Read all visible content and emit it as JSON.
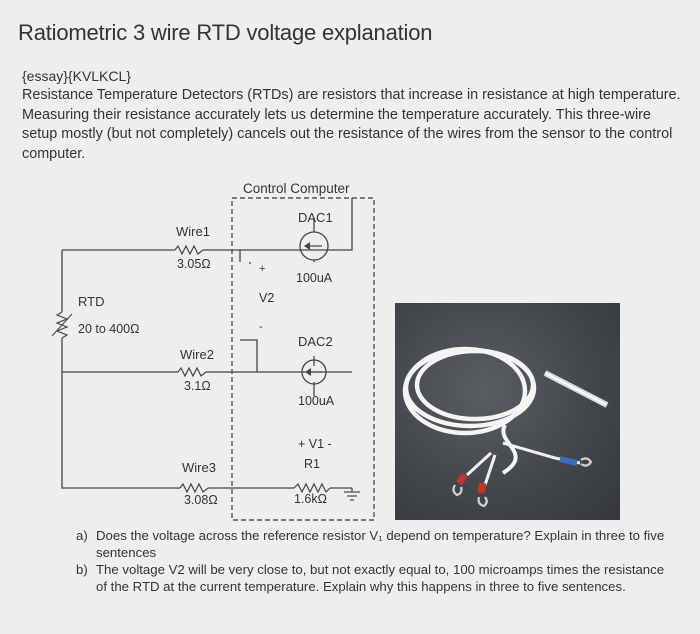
{
  "title": "Ratiometric 3 wire RTD voltage explanation",
  "tag": "{essay}{KVLKCL}",
  "intro": "Resistance Temperature Detectors (RTDs) are resistors that increase in resistance at high temperature. Measuring their resistance accurately lets us determine the temperature accurately. This three-wire setup mostly (but not completely) cancels out the resistance of the wires from the sensor to the control computer.",
  "circuit": {
    "control_computer": "Control Computer",
    "dac1": "DAC1",
    "dac1_current": "100uA",
    "dac2": "DAC2",
    "dac2_current": "100uA",
    "wire1": "Wire1",
    "wire1_value": "3.05Ω",
    "wire2": "Wire2",
    "wire2_value": "3.1Ω",
    "wire3": "Wire3",
    "wire3_value": "3.08Ω",
    "rtd": "RTD",
    "rtd_range": "20 to 400Ω",
    "v2": "V2",
    "v2_plus": "+",
    "v2_minus": "-",
    "v1": "+ V1 -",
    "r1": "R1",
    "r1_value": "1.6kΩ"
  },
  "questions": [
    {
      "label": "a)",
      "text": "Does the voltage across the reference resistor V₁ depend on temperature? Explain in three to five sentences"
    },
    {
      "label": "b)",
      "text": "The voltage V2 will be very close to, but not exactly equal to, 100 microamps times the resistance of the RTD at the current temperature. Explain why this happens in three to five sentences."
    }
  ],
  "colors": {
    "background": "#efeeec",
    "text": "#333333",
    "photo_bg": "#45494e",
    "cable": "#f4f4f2",
    "lug_red": "#c8312a",
    "lug_blue": "#3a6fb5"
  }
}
